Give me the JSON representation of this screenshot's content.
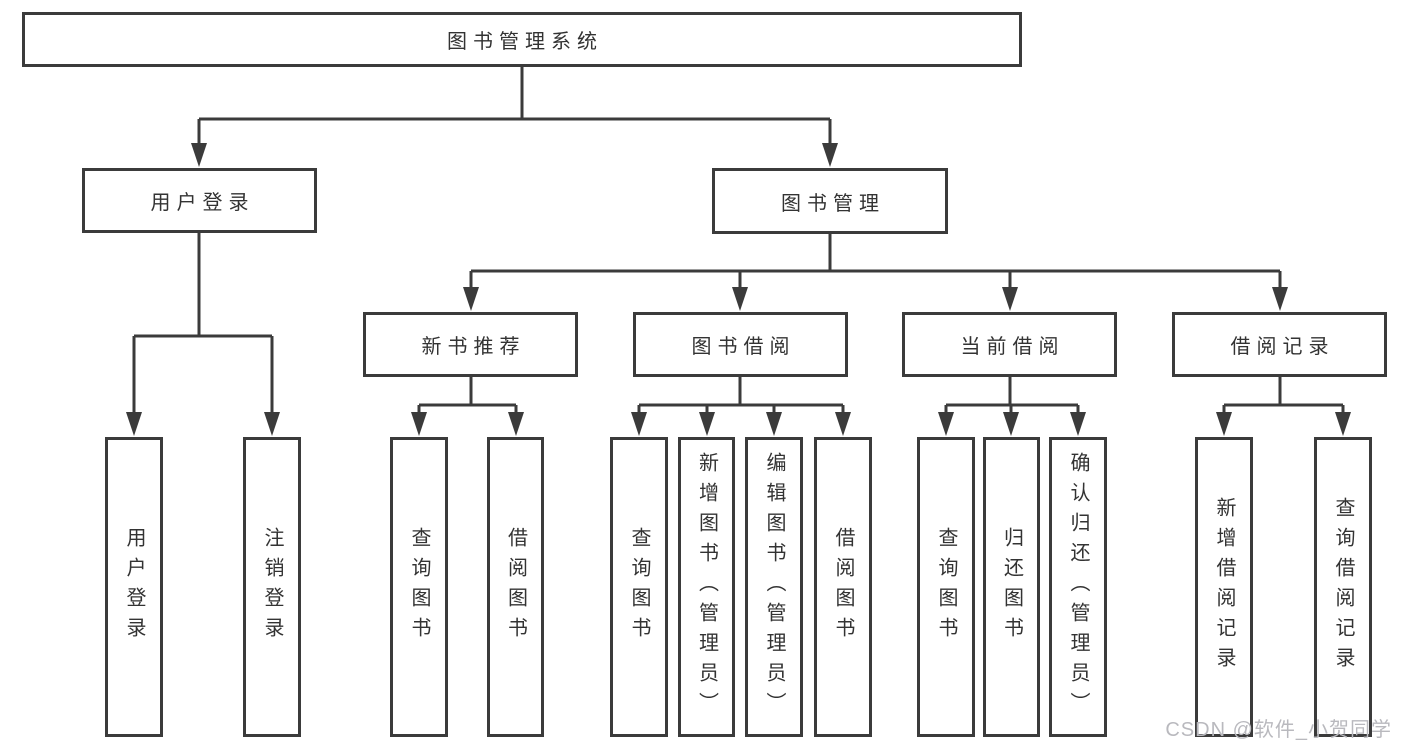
{
  "tree": {
    "root": {
      "label": "图书管理系统"
    },
    "branches": [
      {
        "label": "用户登录",
        "children": [
          {
            "label": "用户登录"
          },
          {
            "label": "注销登录"
          }
        ]
      },
      {
        "label": "图书管理",
        "children": [
          {
            "label": "新书推荐",
            "children": [
              {
                "label": "查询图书"
              },
              {
                "label": "借阅图书"
              }
            ]
          },
          {
            "label": "图书借阅",
            "children": [
              {
                "label": "查询图书"
              },
              {
                "label": "新增图书（管理员）"
              },
              {
                "label": "编辑图书（管理员）"
              },
              {
                "label": "借阅图书"
              }
            ]
          },
          {
            "label": "当前借阅",
            "children": [
              {
                "label": "查询图书"
              },
              {
                "label": "归还图书"
              },
              {
                "label": "确认归还（管理员）"
              }
            ]
          },
          {
            "label": "借阅记录",
            "children": [
              {
                "label": "新增借阅记录"
              },
              {
                "label": "查询借阅记录"
              }
            ]
          }
        ]
      }
    ]
  },
  "watermark": {
    "text": "CSDN @软件_小贺同学"
  },
  "colors": {
    "line": "#3b3b3b",
    "text": "#333333",
    "watermark": "#b9b9be",
    "background": "#ffffff"
  }
}
